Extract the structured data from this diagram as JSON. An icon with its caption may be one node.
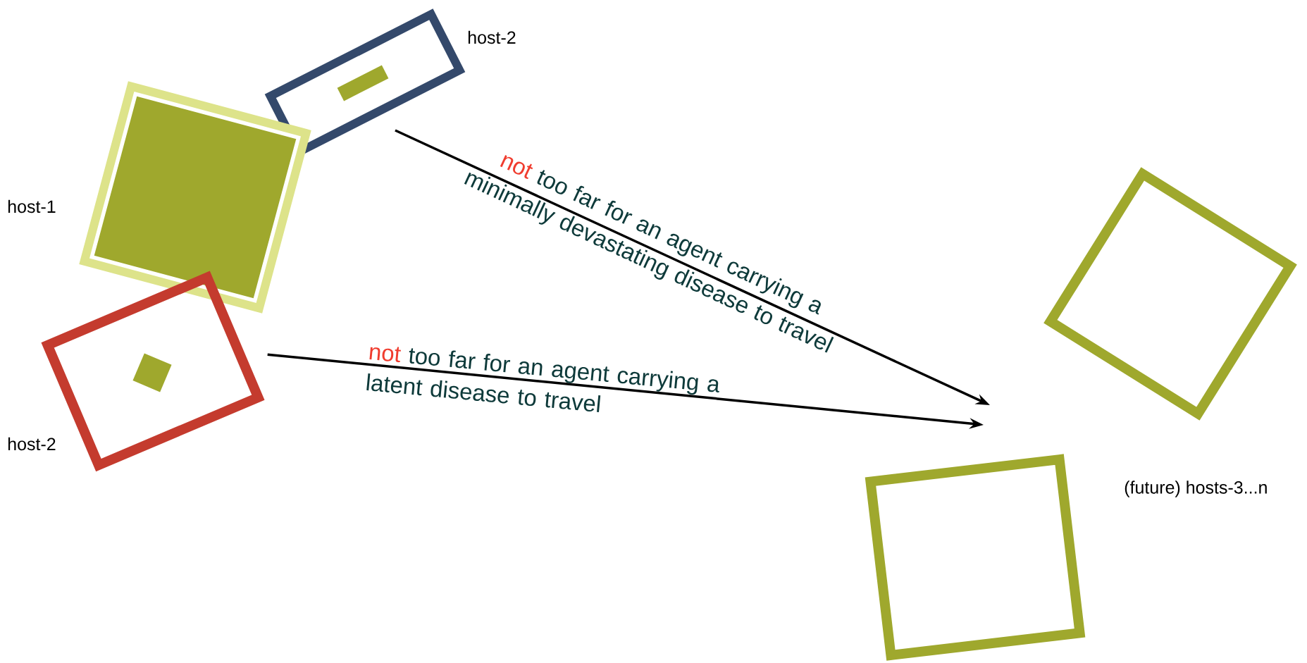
{
  "diagram": {
    "nodes": [
      {
        "text": [
          "host-2"
        ]
      },
      {
        "text": [
          "host-1"
        ]
      },
      {
        "text": [
          "host-2"
        ]
      },
      {
        "text": [],
        "shape": "box"
      },
      {
        "text": [
          "(future) hosts-3...n"
        ]
      }
    ],
    "edges": [
      {
        "from": 0,
        "to": null,
        "arrow": "to",
        "label": "**not** too far for an agent carrying a minimally devastating disease to travel"
      },
      {
        "from": 2,
        "to": null,
        "arrow": "to",
        "label": "**not** too far for an agent carrying a latent disease to travel"
      }
    ]
  }
}
